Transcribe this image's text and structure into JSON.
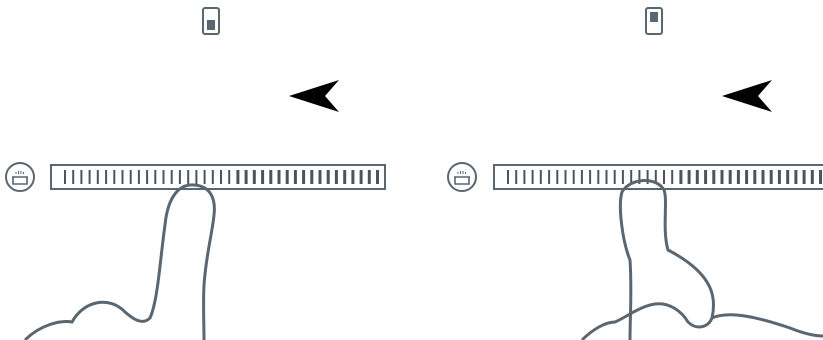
{
  "panels": [
    {
      "id": "left",
      "power_level_icon": "level-indicator-low-icon",
      "level_fraction": 0.35,
      "swipe_direction": "left",
      "pot_icon": "cooking-pot-icon",
      "slider_ticks": 39,
      "gesture_icon": "finger-touch-icon"
    },
    {
      "id": "right",
      "power_level_icon": "level-indicator-high-icon",
      "level_fraction": 0.65,
      "swipe_direction": "left",
      "pot_icon": "cooking-pot-icon",
      "slider_ticks": 39,
      "gesture_icon": "finger-touch-icon"
    }
  ],
  "colors": {
    "outline": "#5a6670",
    "ink": "#000000",
    "tick": "#4a545d",
    "background": "#ffffff"
  }
}
